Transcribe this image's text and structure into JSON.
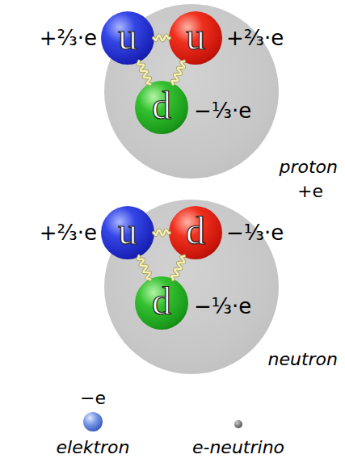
{
  "diagram": {
    "nodes": [
      {
        "text": [
          "proton",
          "+e"
        ]
      },
      {
        "text": [
          "u",
          "+⅔·e"
        ],
        "in": 0
      },
      {
        "text": [
          "u",
          "+⅔·e"
        ],
        "in": 0
      },
      {
        "text": [
          "d",
          "−⅓·e"
        ],
        "in": 0
      },
      {
        "text": [
          "neutron"
        ]
      },
      {
        "text": [
          "u",
          "+⅔·e"
        ],
        "in": 4
      },
      {
        "text": [
          "d",
          "−⅓·e"
        ],
        "in": 4
      },
      {
        "text": [
          "d",
          "−⅓·e"
        ],
        "in": 4
      },
      {
        "text": [
          "−e",
          "elektron"
        ]
      },
      {
        "text": [
          "e-neutrino"
        ]
      }
    ],
    "edges": [
      {
        "from": 1,
        "to": 2,
        "arrow": "none"
      },
      {
        "from": 1,
        "to": 3,
        "arrow": "none"
      },
      {
        "from": 2,
        "to": 3,
        "arrow": "none"
      },
      {
        "from": 5,
        "to": 6,
        "arrow": "none"
      },
      {
        "from": 5,
        "to": 7,
        "arrow": "none"
      },
      {
        "from": 6,
        "to": 7,
        "arrow": "none"
      }
    ]
  }
}
